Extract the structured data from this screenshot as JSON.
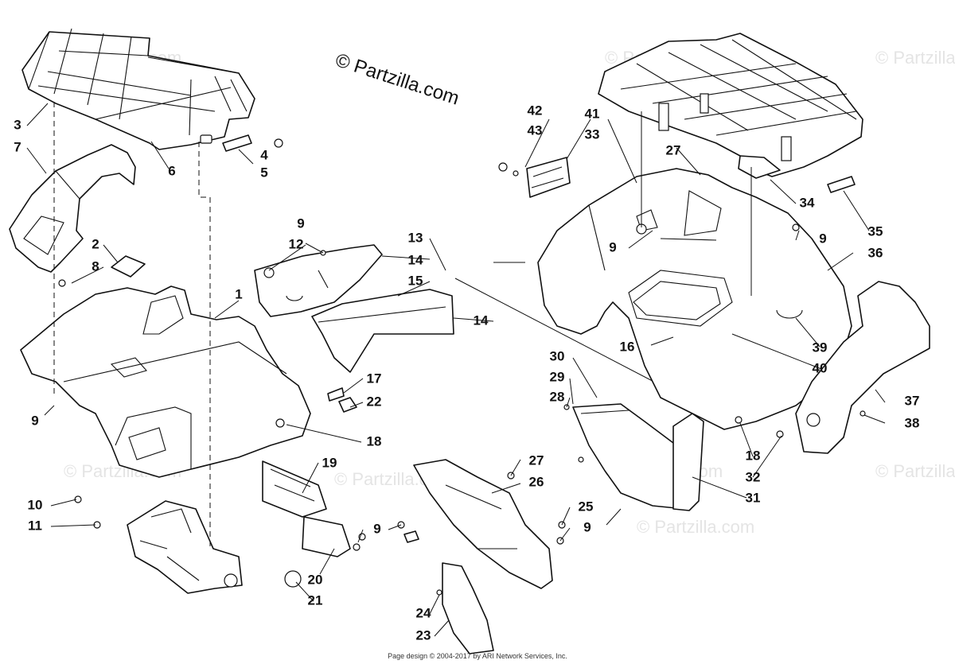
{
  "copyright": "© Partzilla.com",
  "watermark": "© Partzilla.com",
  "footer": "Page design © 2004-2017 by ARI Network Services, Inc.",
  "callouts": [
    "1",
    "2",
    "3",
    "4",
    "5",
    "6",
    "7",
    "8",
    "9",
    "9",
    "9",
    "9",
    "9",
    "9",
    "10",
    "11",
    "12",
    "13",
    "14",
    "14",
    "15",
    "16",
    "17",
    "18",
    "18",
    "19",
    "20",
    "21",
    "22",
    "23",
    "24",
    "25",
    "26",
    "27",
    "27",
    "28",
    "29",
    "30",
    "31",
    "32",
    "33",
    "34",
    "35",
    "36",
    "37",
    "38",
    "39",
    "40",
    "41",
    "42",
    "43"
  ]
}
